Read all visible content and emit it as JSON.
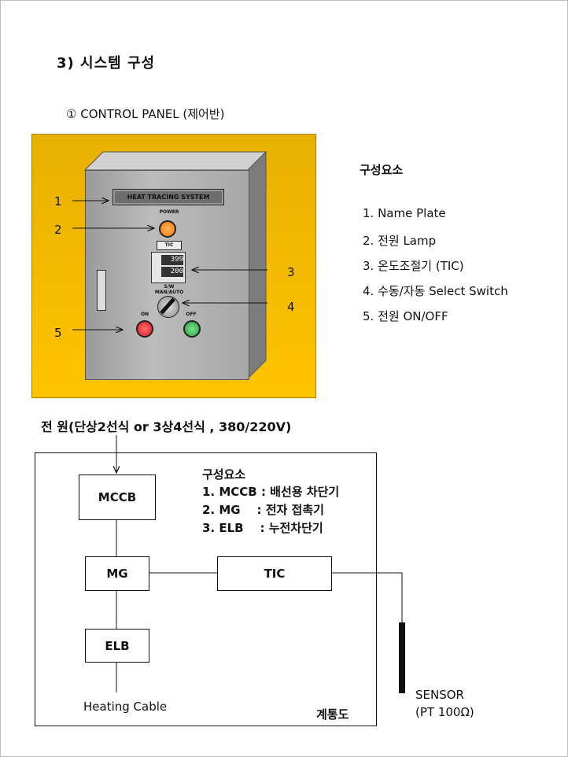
{
  "section_title": "3) 시스템 구성",
  "sub_title": "① CONTROL PANEL (제어반)",
  "panel": {
    "nameplate": "HEAT TRACING SYSTEM",
    "power_label": "POWER",
    "tic_label": "TIC",
    "tic_pv": "399",
    "tic_sv": "200",
    "sw_label": "S/W",
    "manauto_label": "MAN/AUTO",
    "on_label": "ON",
    "off_label": "OFF",
    "callouts": [
      "1",
      "2",
      "3",
      "4",
      "5"
    ],
    "colors": {
      "frame": "#ffc400",
      "power_lamp": "#ff7a00",
      "on_button": "#e0141e",
      "off_button": "#22a038"
    }
  },
  "components": {
    "title": "구성요소",
    "items": [
      "1. Name Plate",
      "2. 전원 Lamp",
      "3. 온도조절기 (TIC)",
      "4. 수동/자동 Select Switch",
      "5. 전원 ON/OFF"
    ]
  },
  "wiring": {
    "power_supply": "전 원(단상2선식 or 3상4선식 , 380/220V)",
    "blocks": {
      "mccb": "MCCB",
      "mg": "MG",
      "elb": "ELB",
      "tic": "TIC"
    },
    "legend_title": "구성요소",
    "legend": [
      "1. MCCB : 배선용 차단기",
      "2. MG    : 전자 접촉기",
      "3. ELB    : 누전차단기"
    ],
    "heating_cable": "Heating Cable",
    "diagram_name": "계통도",
    "sensor": "SENSOR",
    "sensor_spec": "(PT 100Ω)"
  }
}
